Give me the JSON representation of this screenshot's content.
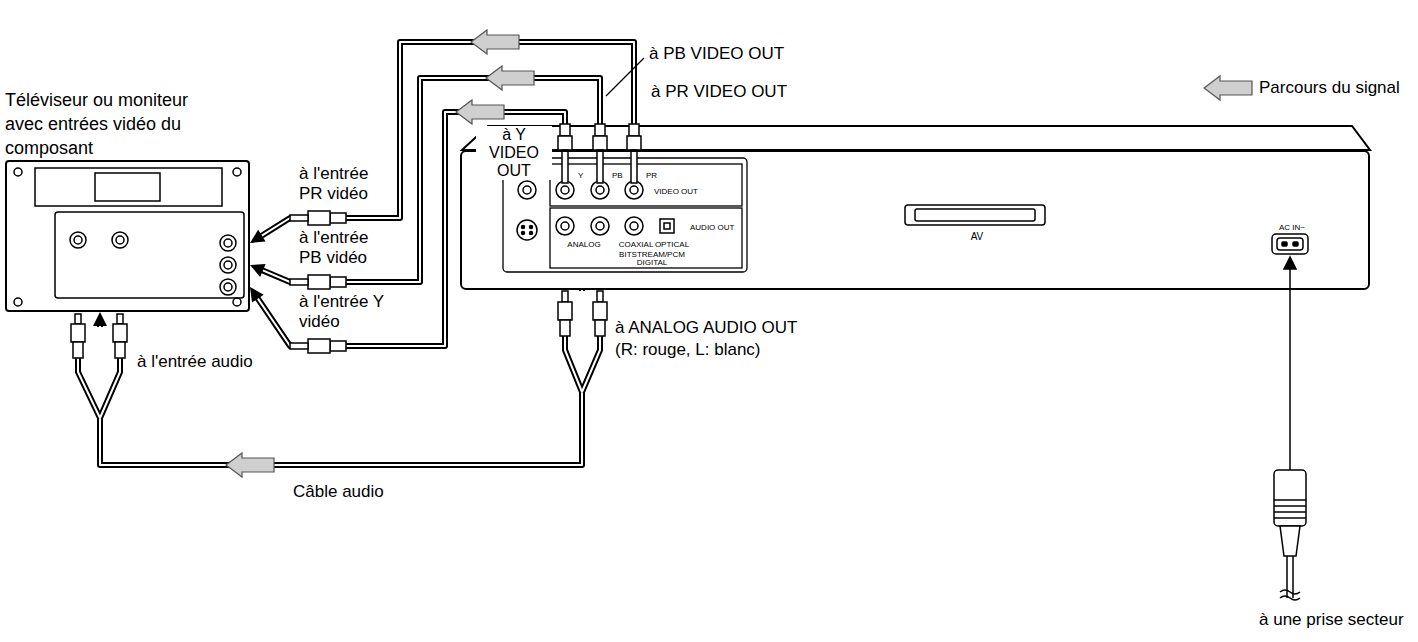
{
  "diagram": {
    "nodes": [
      {
        "text": [
          "Téléviseur ou moniteur avec entrées vidéo du composant"
        ]
      },
      {
        "text": [
          "VIDEO",
          "Y",
          "PB",
          "PR",
          "VIDEO OUT",
          "ANALOG",
          "COAXIAL",
          "OPTICAL",
          "AUDIO OUT",
          "BITSTREAM/PCM",
          "DIGITAL",
          "AV",
          "AC IN~"
        ]
      }
    ],
    "edges": [
      {
        "from": 1,
        "to": 0,
        "arrow": "to"
      },
      {
        "from": 1,
        "to": 0,
        "arrow": "to"
      },
      {
        "from": 1,
        "to": 0,
        "arrow": "to"
      },
      {
        "from": 1,
        "to": 0,
        "label": "Câble audio",
        "arrow": "to"
      }
    ],
    "labels": [
      "à PB VIDEO OUT",
      "à Y VIDEO OUT",
      "à PR VIDEO OUT",
      "à l'entrée PR vidéo",
      "à l'entrée PB vidéo",
      "à l'entrée Y vidéo",
      "à l'entrée audio",
      "à ANALOG AUDIO OUT",
      "(R: rouge, L: blanc)",
      "à une prise secteur"
    ],
    "legend": [
      {
        "text": "Parcours du signal"
      }
    ]
  }
}
